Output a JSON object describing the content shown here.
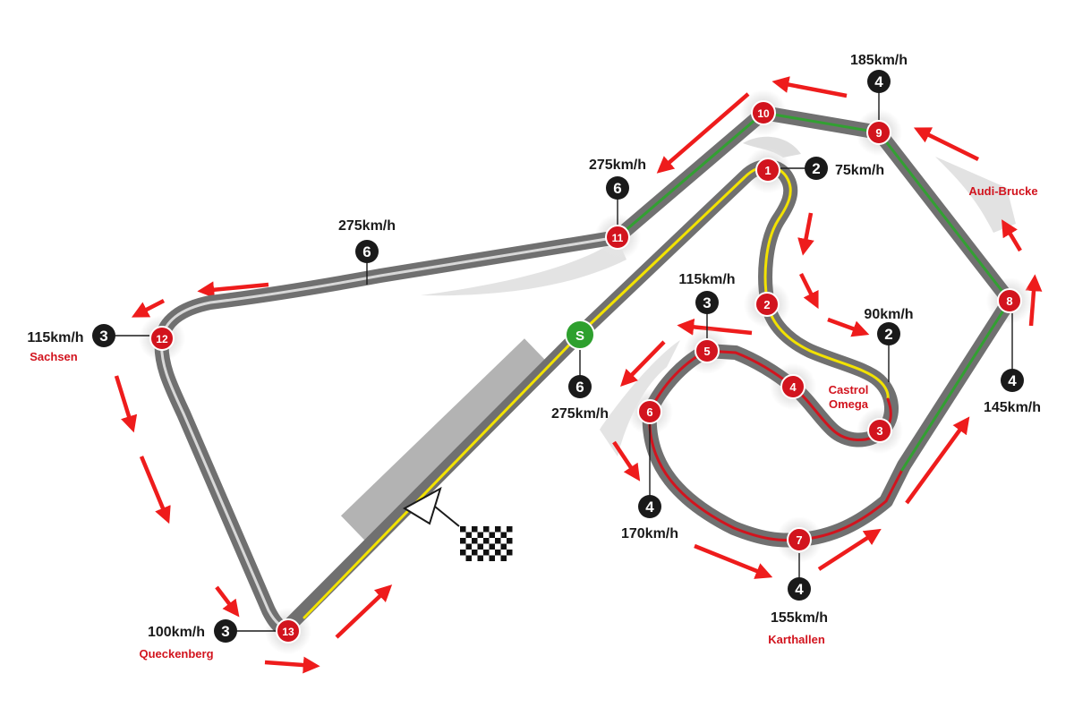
{
  "circuit": {
    "start_label": "S",
    "corners": [
      {
        "id": "1",
        "number": "1",
        "gear": "2",
        "speed": "75km/h",
        "name": ""
      },
      {
        "id": "2",
        "number": "2",
        "gear": "2",
        "speed": "90km/h",
        "name": ""
      },
      {
        "id": "3",
        "number": "3",
        "gear": "",
        "speed": "",
        "name": "Castrol Omega"
      },
      {
        "id": "4",
        "number": "4",
        "gear": "",
        "speed": "",
        "name": ""
      },
      {
        "id": "5",
        "number": "5",
        "gear": "3",
        "speed": "115km/h",
        "name": ""
      },
      {
        "id": "6",
        "number": "6",
        "gear": "4",
        "speed": "170km/h",
        "name": ""
      },
      {
        "id": "7",
        "number": "7",
        "gear": "4",
        "speed": "155km/h",
        "name": "Karthallen"
      },
      {
        "id": "8",
        "number": "8",
        "gear": "4",
        "speed": "145km/h",
        "name": ""
      },
      {
        "id": "9",
        "number": "9",
        "gear": "4",
        "speed": "185km/h",
        "name": "Audi-Brucke"
      },
      {
        "id": "10",
        "number": "10",
        "gear": "",
        "speed": "",
        "name": ""
      },
      {
        "id": "11",
        "number": "11",
        "gear": "6",
        "speed": "275km/h",
        "name": ""
      },
      {
        "id": "12",
        "number": "12",
        "gear": "3",
        "speed": "115km/h",
        "name": "Sachsen"
      },
      {
        "id": "13",
        "number": "13",
        "gear": "3",
        "speed": "100km/h",
        "name": "Queckenberg"
      }
    ],
    "speed_traps": [
      {
        "id": "start",
        "gear": "6",
        "speed": "275km/h"
      },
      {
        "id": "back-straight",
        "gear": "6",
        "speed": "275km/h"
      }
    ],
    "colors": {
      "track": "#707070",
      "track_center": "#d8d8d8",
      "start_sector": "#f2e200",
      "middle_sector": "#d2141e",
      "drs_sector": "#32a032",
      "corner_marker": "#d2141e",
      "gear_badge": "#1a1a1a",
      "arrow": "#ee1c1c",
      "start_marker": "#2ea02e",
      "name_label": "#d2141e"
    }
  }
}
